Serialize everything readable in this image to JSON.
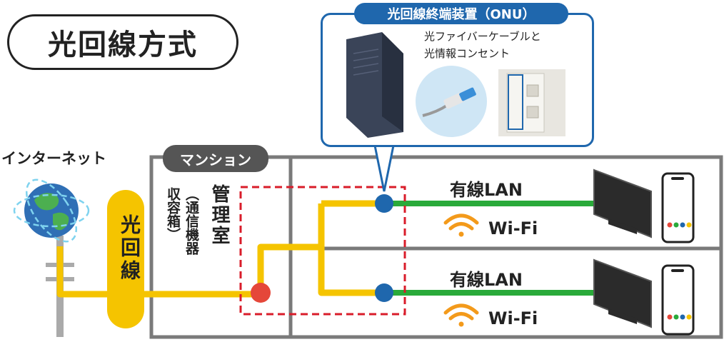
{
  "title": "光回線方式",
  "internet_label": "インターネット",
  "fiber_label": "光回線",
  "mansion_label": "マンション",
  "room": {
    "main": "管理室",
    "sub_line1": "（通信機器",
    "sub_line2": "収容箱）"
  },
  "onu": {
    "title": "光回線終端装置（ONU）",
    "caption_line1": "光ファイバーケーブルと",
    "caption_line2": "光情報コンセント"
  },
  "floors": [
    {
      "lan_label": "有線LAN",
      "wifi_label": "Wi-Fi"
    },
    {
      "lan_label": "有線LAN",
      "wifi_label": "Wi-Fi"
    }
  ],
  "colors": {
    "fiber": "#f5c400",
    "lan": "#2aaa3a",
    "node_blue": "#1f67ad",
    "node_red": "#e5473a",
    "dashed_box": "#d91c2a",
    "wifi_icon": "#f39a1b",
    "building": "#7a7a7a"
  }
}
